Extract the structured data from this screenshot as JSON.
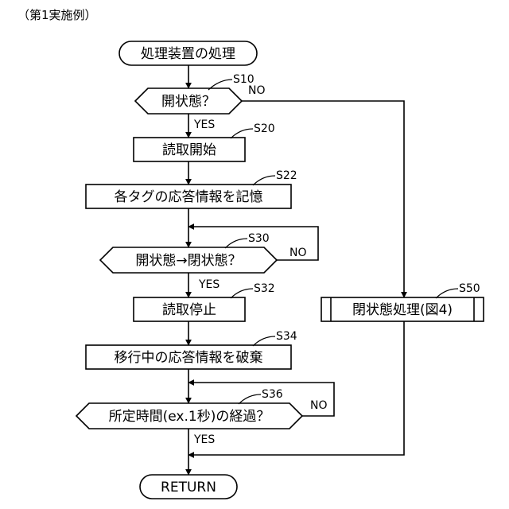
{
  "heading": "（第1実施例）",
  "nodes": {
    "start": "処理装置の処理",
    "s10": "開状態？",
    "s20": "読取開始",
    "s22": "各タグの応答情報を記憶",
    "s30": "開状態→閉状態？",
    "s32": "読取停止",
    "s34": "移行中の応答情報を破棄",
    "s36": "所定時間(ex.1秒)の経過？",
    "s50": "閉状態処理(図4)",
    "end": "RETURN"
  },
  "step_labels": {
    "s10": "S10",
    "s20": "S20",
    "s22": "S22",
    "s30": "S30",
    "s32": "S32",
    "s34": "S34",
    "s36": "S36",
    "s50": "S50"
  },
  "branch_labels": {
    "s10_no": "NO",
    "s10_yes": "YES",
    "s30_no": "NO",
    "s30_yes": "YES",
    "s36_no": "NO",
    "s36_yes": "YES"
  }
}
